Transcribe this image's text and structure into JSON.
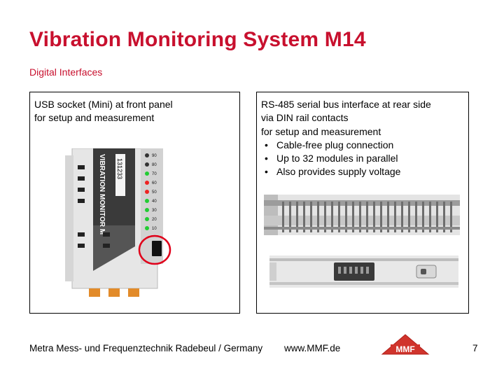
{
  "slide": {
    "title": "Vibration Monitoring System M14",
    "subtitle": "Digital Interfaces"
  },
  "left_panel": {
    "lines": [
      "USB socket (Mini) at front panel",
      "for setup and measurement"
    ],
    "device": {
      "brand_text": "VIBRATION MONITOR M",
      "serial_text": "131233",
      "led_scale": [
        "90",
        "80",
        "70",
        "60",
        "50",
        "40",
        "30",
        "20",
        "10"
      ]
    }
  },
  "right_panel": {
    "lines": [
      "RS-485 serial bus interface at rear side",
      "via DIN rail contacts",
      "for setup and measurement"
    ],
    "bullets": [
      "Cable-free plug connection",
      "Up to 32 modules in parallel",
      "Also provides supply voltage"
    ]
  },
  "footer": {
    "company": "Metra Mess- und Frequenztechnik Radebeul / Germany",
    "url": "www.MMF.de",
    "page_number": "7"
  },
  "logo": {
    "text": "MMF"
  },
  "colors": {
    "title_red": "#c8102e",
    "highlight_circle": "#e0001a",
    "led_green": "#22cc33",
    "led_red": "#ee2222"
  }
}
